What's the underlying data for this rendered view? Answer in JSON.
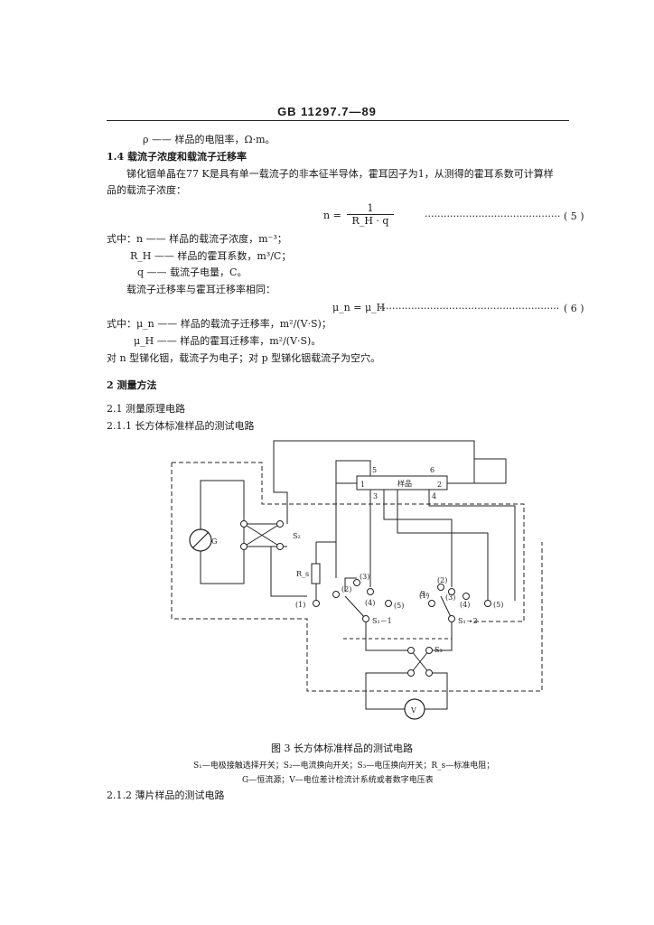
{
  "header": {
    "title": "GB 11297.7—89"
  },
  "body": {
    "line_rho": "ρ —— 样品的电阻率，Ω·m。",
    "sec_1_4": "1.4   载流子浓度和载流子迁移率",
    "para_1": "锑化铟单晶在77 K是具有单一载流子的非本征半导体，霍耳因子为1，从测得的霍耳系数可计算样",
    "para_2": "品的载流子浓度：",
    "eq5_lhs": "n =",
    "eq5_num": "1",
    "eq5_den": "R_H · q",
    "eq5_dots": "··································································",
    "eq5_no": "( 5 )",
    "where_n": "式中：n —— 样品的载流子浓度，m⁻³；",
    "where_RH": "R_H —— 样品的霍耳系数，m³/C；",
    "where_q": "q —— 载流子电量，C。",
    "mobility_intro": "载流子迁移率与霍耳迁移率相同：",
    "eq6": "μ_n = μ_H",
    "eq6_dots": "·······························································",
    "eq6_no": "( 6 )",
    "where_mu": "式中：μ_n —— 样品的载流子迁移率，m²/(V·S)；",
    "where_muH": "μ_H —— 样品的霍耳迁移率，m²/(V·S)。",
    "carrier_note": "对 n 型锑化铟，载流子为电子；对 p 型锑化铟载流子为空穴。",
    "sec_2": "2   测量方法",
    "sec_2_1": "2.1   测量原理电路",
    "sec_2_1_1": "2.1.1   长方体标准样品的测试电路",
    "sec_2_1_2": "2.1.2   薄片样品的测试电路"
  },
  "figure": {
    "sample_label": "样品",
    "terminal_labels": [
      "1",
      "2",
      "3",
      "4",
      "5",
      "6"
    ],
    "g_label": "G",
    "rs_label": "R_s",
    "s2_label": "S₂",
    "s1_label": "S₁",
    "s1_1_label": "S₁－1",
    "s1_2_label": "S₁－2",
    "s3_label": "S₃",
    "v_label": "V",
    "pos_labels": [
      "(1)",
      "(2)",
      "(3)",
      "(4)",
      "(5)"
    ],
    "caption": "图 3   长方体标准样品的测试电路",
    "legend_1": "S₁—电极接触选择开关；S₂—电流换向开关；S₃—电压换向开关；R_s—标准电阻；",
    "legend_2": "G—恒流源；V—电位差计检流计系统或者数字电压表"
  }
}
